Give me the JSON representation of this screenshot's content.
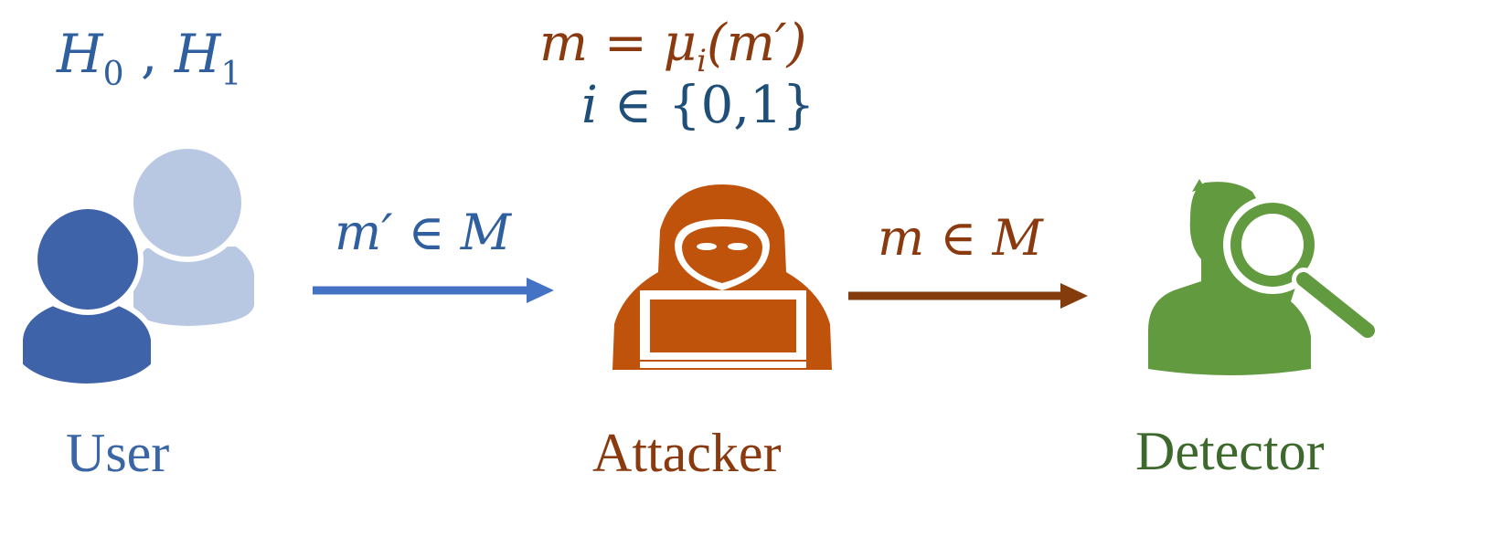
{
  "hypotheses": {
    "h0_letter": "H",
    "h0_sub": "0",
    "separator": ",",
    "h1_letter": "H",
    "h1_sub": "1"
  },
  "formula": {
    "line1_lhs": "m",
    "line1_eq": "=",
    "line1_mu": "μ",
    "line1_sub": "i",
    "line1_arg": "(m′)",
    "line2_var": "i",
    "line2_in": "∈",
    "line2_set": "{0,1}"
  },
  "edges": [
    {
      "label": "m′ ∈ M",
      "color": "#4472c4"
    },
    {
      "label": "m ∈ M",
      "color": "#843c0c"
    }
  ],
  "nodes": {
    "user": {
      "label": "User",
      "icon": "users-icon",
      "color_front": "#3f63a9",
      "color_back": "#b8c8e2"
    },
    "attacker": {
      "label": "Attacker",
      "icon": "hacker-icon",
      "color": "#c0530b"
    },
    "detector": {
      "label": "Detector",
      "icon": "detective-icon",
      "color": "#629a3f"
    }
  },
  "colors": {
    "user_text": "#3a66a6",
    "attacker_text": "#8a3a0e",
    "detector_text": "#3d6a2c",
    "formula_brown": "#8a3a0e",
    "formula_blue": "#1f4e79"
  }
}
